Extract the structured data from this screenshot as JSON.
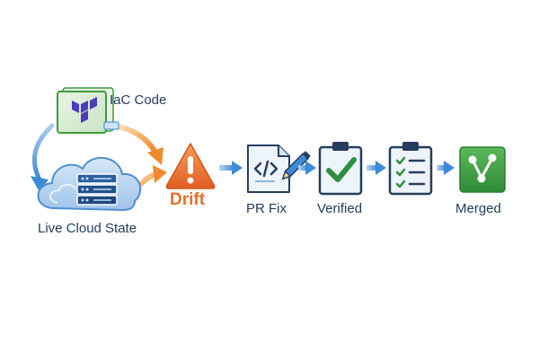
{
  "nodes": {
    "iac": {
      "label": "IaC Code",
      "icon": "terraform-icon"
    },
    "cloud": {
      "label": "Live Cloud State",
      "icon": "cloud-server-icon"
    },
    "drift": {
      "label": "Drift",
      "icon": "warning-icon"
    },
    "pr_fix": {
      "label": "PR Fix",
      "icon": "code-document-edit-icon"
    },
    "verified": {
      "label": "Verified",
      "icon": "clipboard-check-icon"
    },
    "checklist": {
      "label": "",
      "icon": "clipboard-checklist-icon"
    },
    "merged": {
      "label": "Merged",
      "icon": "git-merge-icon"
    }
  },
  "colors": {
    "label_text": "#1f3b5c",
    "drift_orange": "#e4702a",
    "arrow_blue": "#3f8ad6",
    "arrow_orange": "#f08a2c",
    "terraform_purple": "#4b3bbf",
    "terraform_green": "#3d9a3a",
    "merge_green": "#3b9a3f",
    "check_green": "#2f8f3d",
    "navy": "#263e5e"
  }
}
